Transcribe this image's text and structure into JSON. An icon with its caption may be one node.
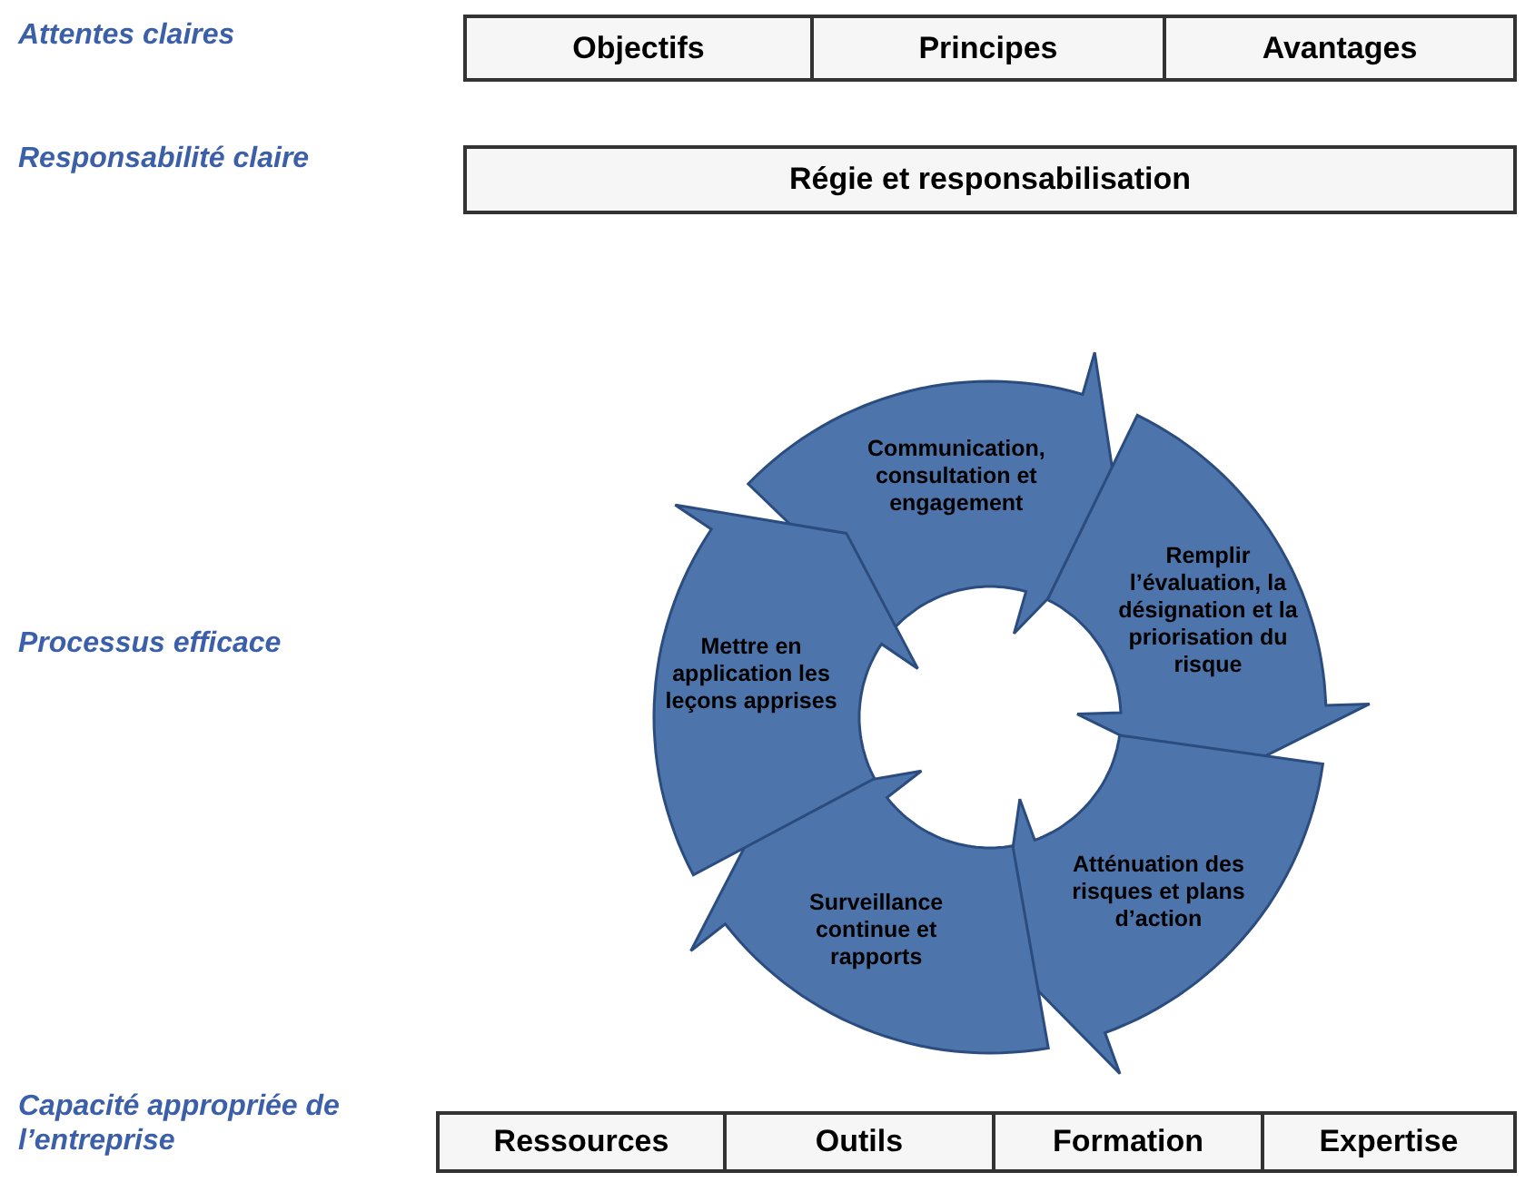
{
  "diagram": {
    "nodes": [
      {
        "text": [
          "Objectifs"
        ]
      },
      {
        "text": [
          "Principes"
        ]
      },
      {
        "text": [
          "Avantages"
        ]
      },
      {
        "text": [
          "Régie et responsabilisation"
        ]
      },
      {
        "text": [
          "Communication, consultation et engagement"
        ]
      },
      {
        "text": [
          "Remplir l’évaluation, la désignation et la priorisation du risque"
        ]
      },
      {
        "text": [
          "Atténuation des risques et plans d’action"
        ]
      },
      {
        "text": [
          "Surveillance continue et rapports"
        ]
      },
      {
        "text": [
          "Mettre en application les leçons apprises"
        ]
      },
      {
        "text": [
          "Ressources"
        ]
      },
      {
        "text": [
          "Outils"
        ]
      },
      {
        "text": [
          "Formation"
        ]
      },
      {
        "text": [
          "Expertise"
        ]
      }
    ],
    "labels": [
      "Attentes claires",
      "Responsabilité claire",
      "Processus efficace",
      "Capacité appropriée de l’entreprise"
    ]
  }
}
